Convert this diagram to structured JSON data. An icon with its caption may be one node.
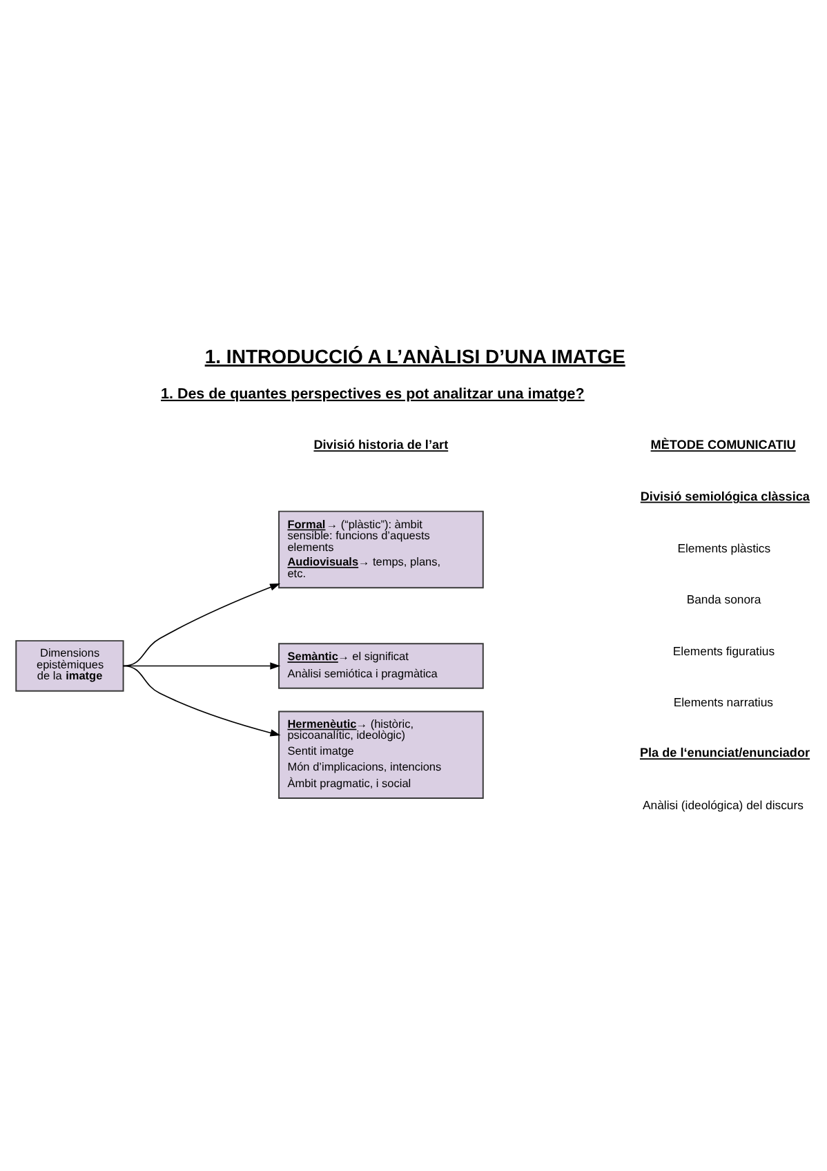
{
  "diagram": {
    "title": "1. INTRODUCCIÓ A L’ANÀLISI D’UNA IMATGE",
    "nodes": [
      {
        "text": [
          "Dimensions epistèmiques de la **imatge**"
        ]
      },
      {
        "text": [
          "**Formal**→ (“plàstic”): àmbit sensible: funcions d’aquests elements",
          "**Audiovisuals**→ temps, plans, etc."
        ]
      },
      {
        "text": [
          "**Semàntic**→ el significat",
          "Anàlisi semiótica i pragmàtica"
        ]
      },
      {
        "text": [
          "**Hermenèutic**→ (històric, psicoanalític, ideològic)",
          "Sentit imatge",
          "Món d’implicacions, intencions",
          "Àmbit pragmatic, i social"
        ]
      }
    ],
    "edges": [
      {
        "from": 0,
        "to": 1,
        "arrow": "to"
      },
      {
        "from": 0,
        "to": 2,
        "arrow": "to"
      },
      {
        "from": 0,
        "to": 3,
        "arrow": "to"
      }
    ],
    "labels": [
      "1. Des de quantes perspectives es pot analitzar una imatge?",
      "Divisió historia de l’art",
      "MÈTODE COMUNICATIU",
      "Divisió semiológica clàssica",
      "Elements plàstics",
      "Banda sonora",
      "Elements figuratius",
      "Elements narratius",
      "Pla de l‘enunciat/enunciador",
      "Anàlisi (ideológica) del discurs"
    ]
  }
}
